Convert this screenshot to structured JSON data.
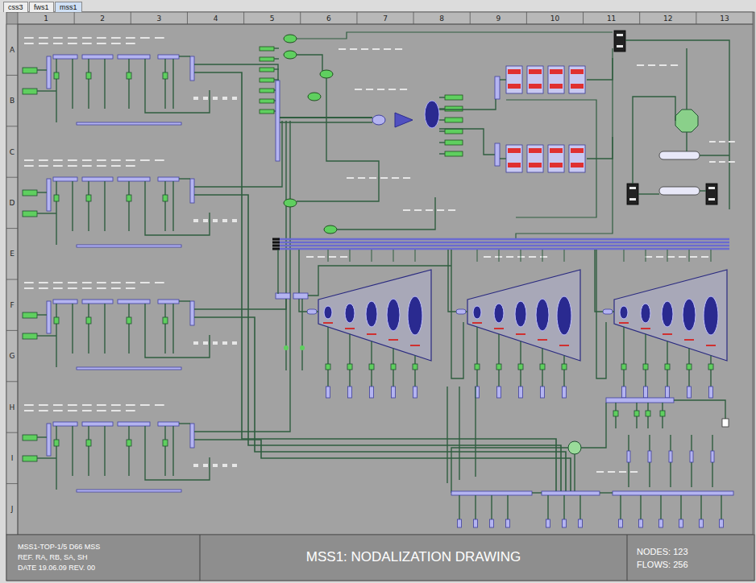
{
  "diagram": {
    "title": "MSS1: NODALIZATION DRAWING",
    "nodes": [
      {
        "text": [
          "css3"
        ]
      },
      {
        "text": [
          "fws1"
        ]
      },
      {
        "text": [
          "mss1"
        ]
      },
      {
        "text": [
          "MSS1-TOP-1/5 D66 MSS",
          "REF. RA, RB, SA, SH",
          "DATE 19.06.09 REV. 00"
        ]
      },
      {
        "text": [
          "NODES: 123",
          "FLOWS: 256"
        ]
      }
    ],
    "labels": [
      "1",
      "2",
      "3",
      "4",
      "5",
      "6",
      "7",
      "8",
      "9",
      "10",
      "11",
      "12",
      "13",
      "A",
      "B",
      "C",
      "D",
      "E",
      "F",
      "G",
      "H",
      "I",
      "J"
    ]
  }
}
